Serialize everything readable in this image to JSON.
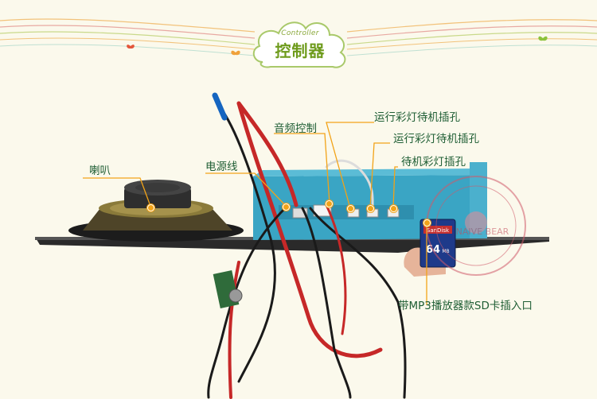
{
  "header": {
    "subtitle": "Controller",
    "title": "控制器"
  },
  "callouts": [
    {
      "label": "喇叭"
    },
    {
      "label": "电源线"
    },
    {
      "label": "音频控制"
    },
    {
      "label": "运行彩灯待机插孔"
    },
    {
      "label": "运行彩灯待机插孔"
    },
    {
      "label": "待机彩灯插孔"
    },
    {
      "label": "带MP3播放器款SD卡插入口"
    }
  ],
  "sd_card": {
    "brand": "SanDisk",
    "capacity": "64",
    "unit": "MB"
  },
  "watermark": {
    "brand": "NAIVE BEAR"
  },
  "colors": {
    "accent": "#f2a318",
    "label_text": "#1f5e34",
    "title_green": "#6e9b1c",
    "board_blue": "#3aa5c4"
  }
}
